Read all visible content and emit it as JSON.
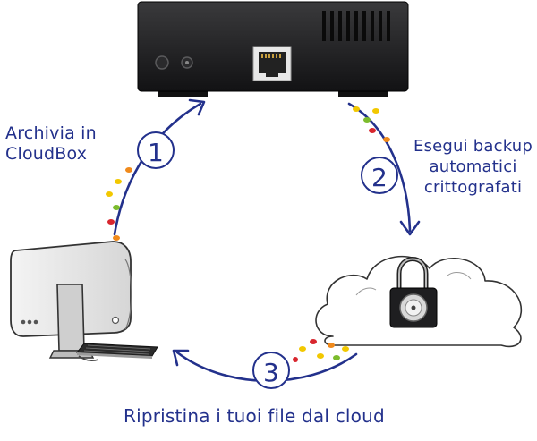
{
  "steps": [
    {
      "number": "1",
      "lines": [
        "Archivia in",
        "CloudBox"
      ]
    },
    {
      "number": "2",
      "lines": [
        "Esegui backup",
        "automatici",
        "crittografati"
      ]
    },
    {
      "number": "3",
      "lines": [
        "Ripristina i tuoi file dal cloud"
      ]
    }
  ],
  "colors": {
    "ink": "#23318c",
    "device": "#1c1c1e",
    "dot_yellow": "#f2c800",
    "dot_orange": "#f08a1c",
    "dot_red": "#d8262e",
    "dot_green": "#7cbc2c"
  },
  "icons": [
    "nas-device-icon",
    "cloud-lock-icon",
    "desktop-computer-icon"
  ]
}
